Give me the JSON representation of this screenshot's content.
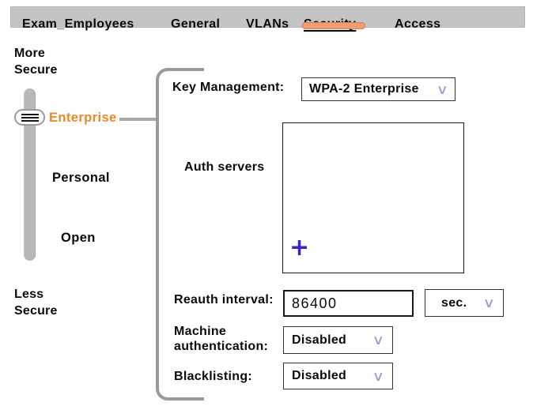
{
  "colors": {
    "tab_bar_bg": "#c4c4c4",
    "active_tab_pill_fill": "#f29b78",
    "active_tab_pill_border": "#d87f52",
    "selected_option_orange": "#ee8728",
    "chevron_purple": "#9a9ada",
    "add_icon_blue": "#3b23cb",
    "bracket_gray": "#9b9b9b"
  },
  "icons": {
    "chevron_down": "∨",
    "add_plus": "+"
  },
  "tab_bar": {
    "active_tab": "Security",
    "tabs": [
      {
        "label": "Exam_Employees"
      },
      {
        "label": "General"
      },
      {
        "label": "VLANs"
      },
      {
        "label": "Security"
      },
      {
        "label": "Access"
      }
    ]
  },
  "slider": {
    "top_caption": "More Secure",
    "bottom_caption": "Less Secure",
    "selected_option": "Enterprise",
    "options": [
      {
        "label": "Enterprise",
        "selected": true
      },
      {
        "label": "Personal",
        "selected": false
      },
      {
        "label": "Open",
        "selected": false
      }
    ]
  },
  "panel": {
    "key_management": {
      "label": "Key Management:",
      "value": "WPA-2 Enterprise"
    },
    "auth_servers": {
      "label": "Auth servers"
    },
    "reauth_interval": {
      "label": "Reauth interval:",
      "value": "86400",
      "unit": "sec."
    },
    "machine_authentication": {
      "label": "Machine authentication:",
      "value": "Disabled"
    },
    "blacklisting": {
      "label": "Blacklisting:",
      "value": "Disabled"
    }
  }
}
